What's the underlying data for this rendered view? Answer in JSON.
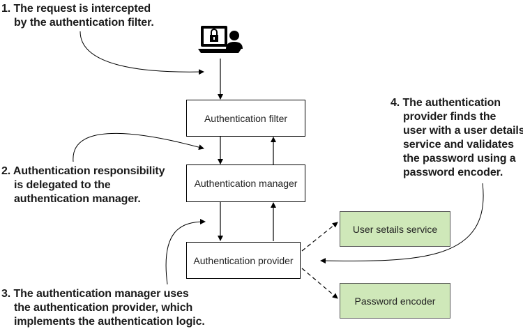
{
  "notes": [
    {
      "lines": [
        "1. The request is intercepted",
        "by the authentication filter."
      ]
    },
    {
      "lines": [
        "2. Authentication responsibility",
        "is delegated to the",
        "authentication manager."
      ]
    },
    {
      "lines": [
        "3. The authentication manager uses",
        "the authentication provider, which",
        "implements the authentication logic."
      ]
    },
    {
      "lines": [
        "4. The authentication",
        "provider finds the",
        "user with a user details",
        "service and validates",
        "the password using a",
        "password encoder."
      ]
    }
  ],
  "boxes": {
    "filter": "Authentication filter",
    "manager": "Authentication manager",
    "provider": "Authentication provider",
    "user_details": "User setails service",
    "encoder": "Password encoder"
  },
  "icon": "laptop-lock-user-icon",
  "colors": {
    "component_fill": "#cfe8b9"
  }
}
